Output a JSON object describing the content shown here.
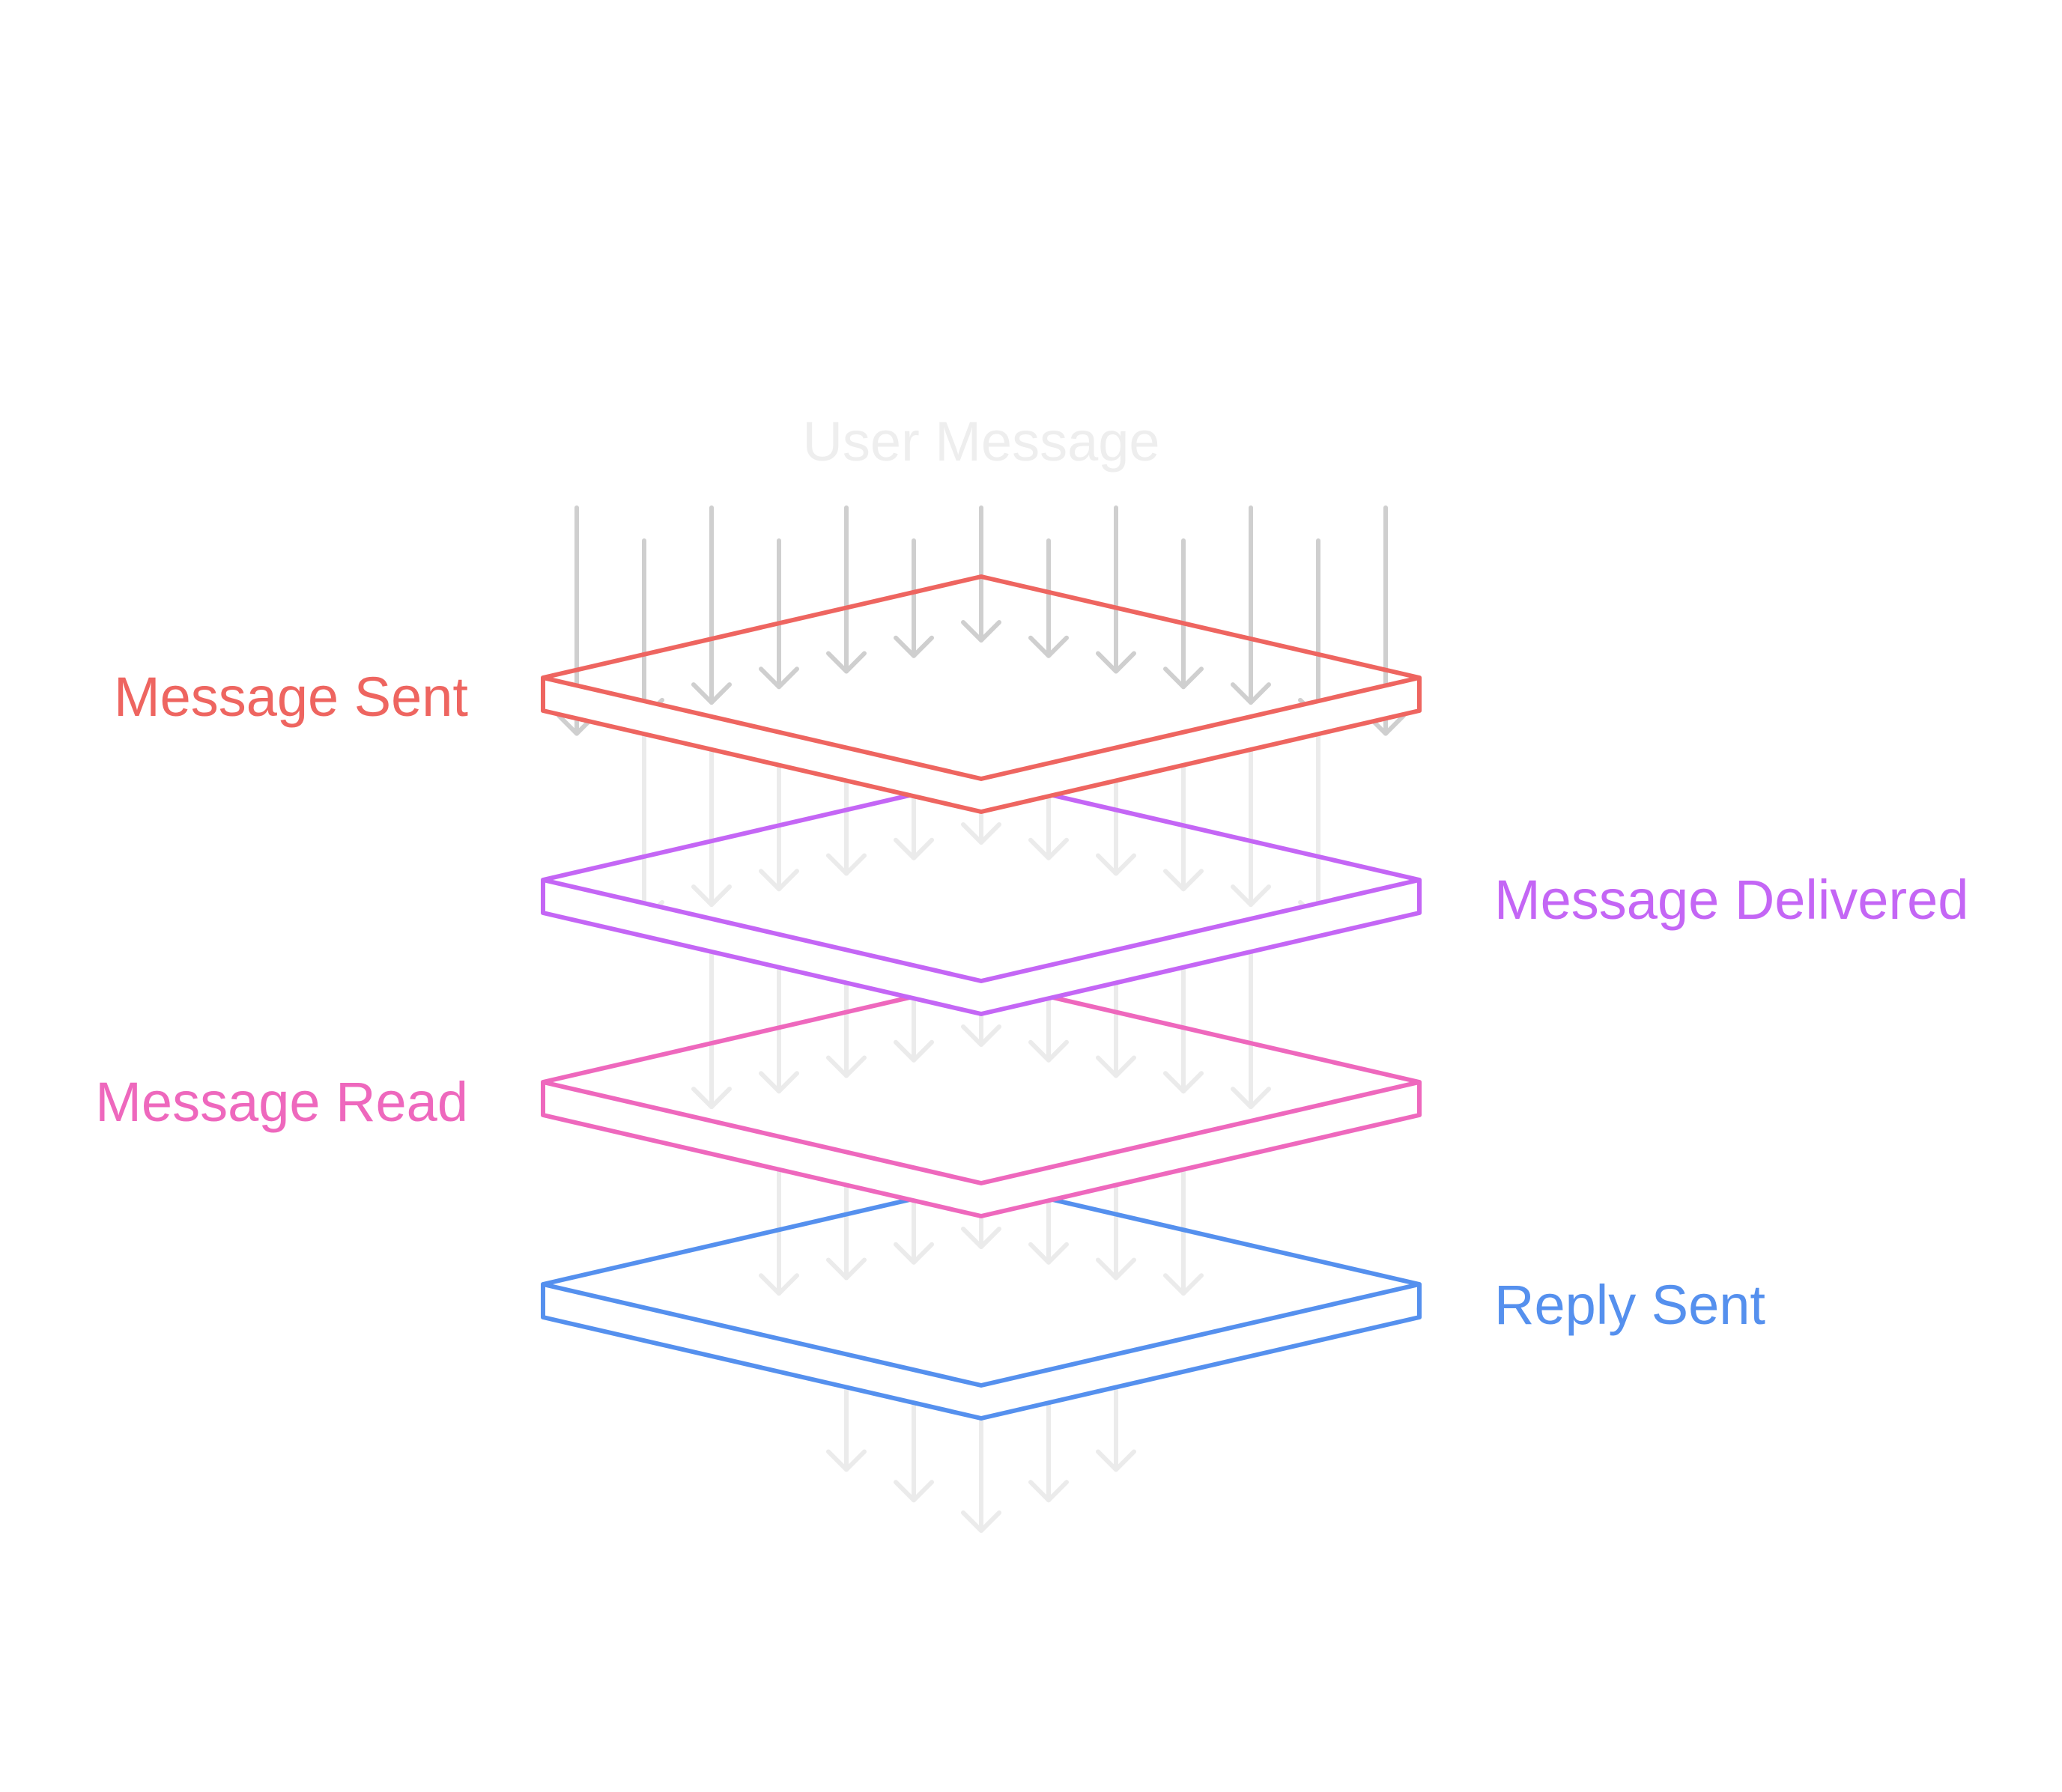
{
  "diagram": {
    "title": "User Message",
    "layers": [
      {
        "label": "Message Sent",
        "color": "#EE6560",
        "side": "left"
      },
      {
        "label": "Message Delivered",
        "color": "#C466F5",
        "side": "right"
      },
      {
        "label": "Message Read",
        "color": "#EE68BD",
        "side": "left"
      },
      {
        "label": "Reply Sent",
        "color": "#5590EE",
        "side": "right"
      }
    ],
    "arrow_color": "#CFCFCF",
    "faded_arrow_color": "#EBEBEB",
    "title_color": "#EEEEEE"
  }
}
